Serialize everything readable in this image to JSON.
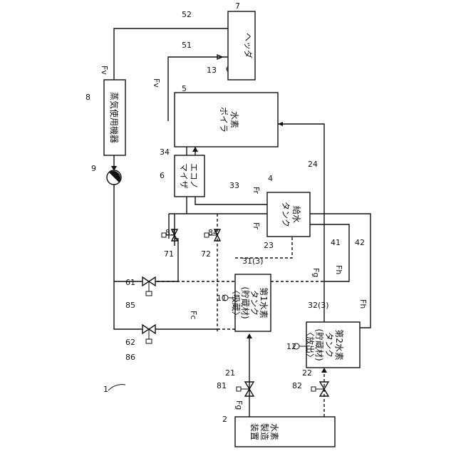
{
  "equipment": {
    "header": {
      "ref": "7",
      "text": "ヘッダ"
    },
    "boiler": {
      "ref": "5",
      "text_line1": "水素",
      "text_line2": "ボイラ"
    },
    "steam_user": {
      "ref": "8",
      "text": "蒸気使用機器"
    },
    "economizer": {
      "ref": "6",
      "text_line1": "エコノ",
      "text_line2": "マイザ"
    },
    "feed_tank": {
      "ref": "4",
      "text_line1": "給水",
      "text_line2": "タンク"
    },
    "tank1": {
      "ref": "31(3)",
      "line1": "第1水素",
      "line2": "タンク",
      "line3": "(貯蔵材)",
      "line4": "〈吸蔵〉"
    },
    "tank2": {
      "ref": "32(3)",
      "line1": "第2水素",
      "line2": "タンク",
      "line3": "(貯蔵材)",
      "line4": "〈放出〉"
    },
    "h2_maker": {
      "ref": "2",
      "text_line1": "水素",
      "text_line2": "製造",
      "text_line3": "装置"
    }
  },
  "labels": {
    "n1": "1",
    "n9": "9",
    "n11": "11",
    "n12": "12",
    "n13": "13",
    "n21": "21",
    "n22": "22",
    "n23": "23",
    "n24": "24",
    "n33": "33",
    "n34": "34",
    "n41": "41",
    "n42": "42",
    "n51": "51",
    "n52": "52",
    "n61": "61",
    "n62": "62",
    "n71": "71",
    "n72": "72",
    "n81": "81",
    "n82": "82",
    "n83": "83",
    "n84": "84",
    "n85": "85",
    "n86": "86"
  },
  "flows": {
    "fv": "Fv",
    "fr": "Fr",
    "fc": "Fc",
    "fg": "Fg",
    "fh": "Fh"
  }
}
